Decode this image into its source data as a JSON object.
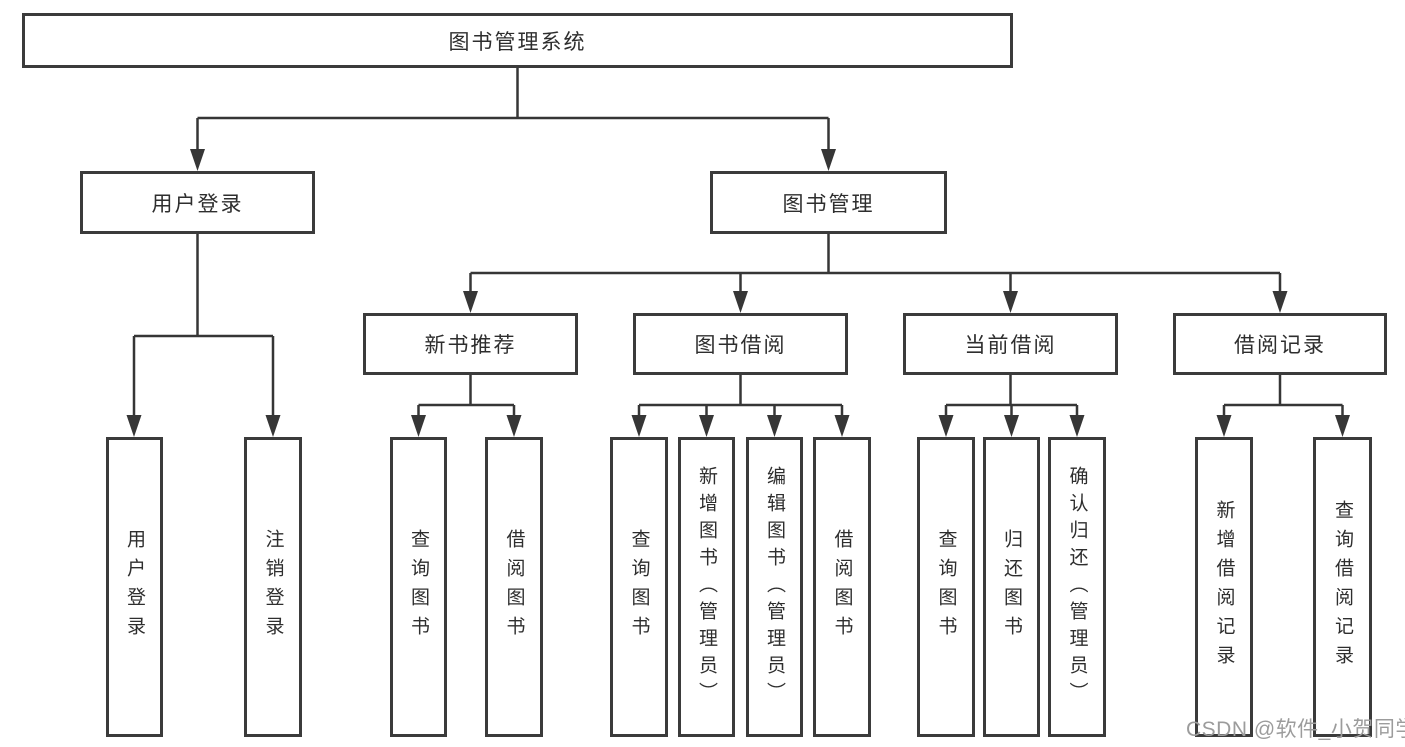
{
  "diagram": {
    "root": {
      "label": "图书管理系统",
      "children": [
        {
          "label": "用户登录",
          "children": [
            {
              "label": "用户登录"
            },
            {
              "label": "注销登录"
            }
          ]
        },
        {
          "label": "图书管理",
          "children": [
            {
              "label": "新书推荐",
              "children": [
                {
                  "label": "查询图书"
                },
                {
                  "label": "借阅图书"
                }
              ]
            },
            {
              "label": "图书借阅",
              "children": [
                {
                  "label": "查询图书"
                },
                {
                  "label": "新增图书（管理员）"
                },
                {
                  "label": "编辑图书（管理员）"
                },
                {
                  "label": "借阅图书"
                }
              ]
            },
            {
              "label": "当前借阅",
              "children": [
                {
                  "label": "查询图书"
                },
                {
                  "label": "归还图书"
                },
                {
                  "label": "确认归还（管理员）"
                }
              ]
            },
            {
              "label": "借阅记录",
              "children": [
                {
                  "label": "新增借阅记录"
                },
                {
                  "label": "查询借阅记录"
                }
              ]
            }
          ]
        }
      ]
    }
  },
  "watermark": {
    "text": "CSDN @软件_小贺同学"
  },
  "colors": {
    "line": "#363636",
    "box_border": "#3b3b3b",
    "text": "#2e2e2e",
    "watermark": "#9c9c9c",
    "background": "#ffffff"
  }
}
